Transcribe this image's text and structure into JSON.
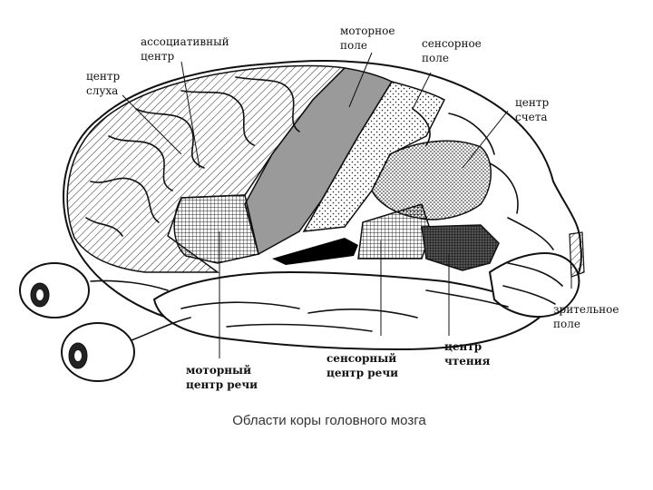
{
  "labels": {
    "associative_center": [
      "ассоциативный",
      "центр"
    ],
    "hearing_center": [
      "центр",
      "слуха"
    ],
    "motor_field": [
      "моторное",
      "поле"
    ],
    "sensory_field": [
      "сенсорное",
      "поле"
    ],
    "counting_center": [
      "центр",
      "счета"
    ],
    "visual_field": [
      "зрительное",
      "поле"
    ],
    "reading_center": [
      "центр",
      "чтения"
    ],
    "sensory_speech_center": [
      "сенсорный",
      "центр речи"
    ],
    "motor_speech_center": [
      "моторный",
      "центр речи"
    ]
  },
  "caption": "Области коры головного мозга",
  "colors": {
    "ink": "#111111",
    "motor_field_fill": "#9a9a9a",
    "reading_center_fill": "#444444",
    "speech_gap_fill": "#000000",
    "caption": "#333333"
  }
}
